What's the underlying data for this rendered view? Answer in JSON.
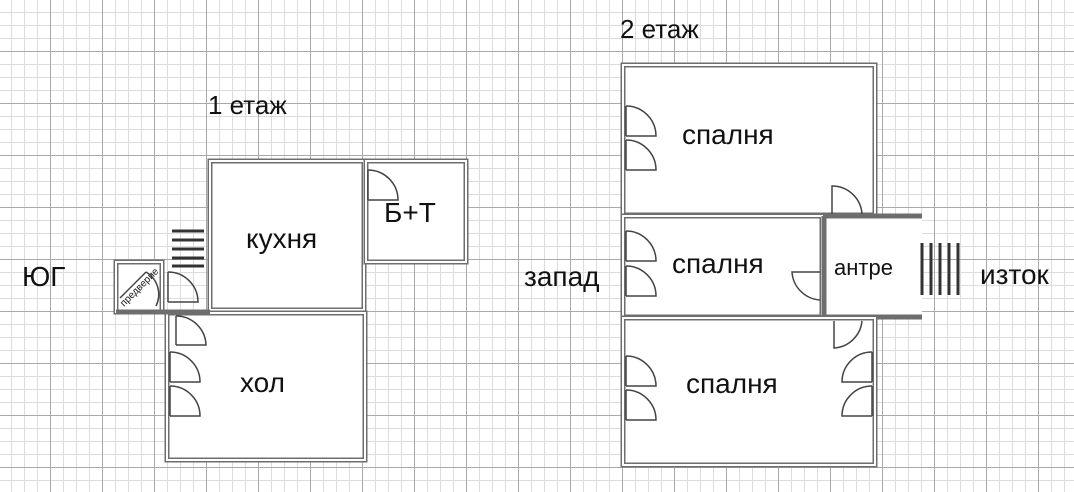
{
  "floor1": {
    "title": "1 етаж",
    "rooms": {
      "kitchen": "кухня",
      "bath": "Б+Т",
      "hall": "хол",
      "vestibule": "предверие"
    }
  },
  "floor2": {
    "title": "2 етаж",
    "rooms": {
      "bedroom_top": "спалня",
      "bedroom_mid": "спалня",
      "bedroom_bottom": "спалня",
      "entry": "антре"
    }
  },
  "directions": {
    "south": "ЮГ",
    "west": "запад",
    "east": "изток"
  },
  "colors": {
    "grid_major": "#a9a9a9",
    "grid_minor": "#dcdcdc",
    "wall": "#6e6e6e"
  }
}
